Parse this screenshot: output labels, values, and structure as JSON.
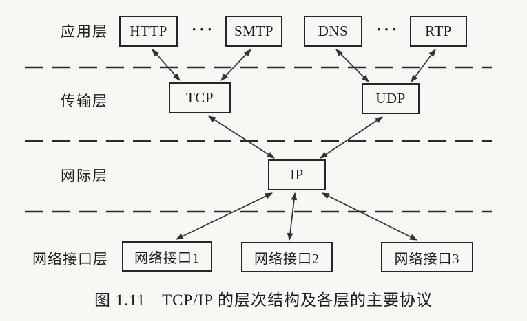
{
  "figure": {
    "caption": "图 1.11　TCP/IP 的层次结构及各层的主要协议",
    "ellipsis": "···",
    "layers": {
      "application": "应用层",
      "transport": "传输层",
      "internet": "网际层",
      "network_interface": "网络接口层"
    },
    "nodes": {
      "http": "HTTP",
      "smtp": "SMTP",
      "dns": "DNS",
      "rtp": "RTP",
      "tcp": "TCP",
      "udp": "UDP",
      "ip": "IP",
      "ni1": "网络接口1",
      "ni2": "网络接口2",
      "ni3": "网络接口3"
    },
    "edges": [
      {
        "from": "HTTP",
        "to": "TCP",
        "bidirectional": true
      },
      {
        "from": "SMTP",
        "to": "TCP",
        "bidirectional": true
      },
      {
        "from": "DNS",
        "to": "UDP",
        "bidirectional": true
      },
      {
        "from": "RTP",
        "to": "UDP",
        "bidirectional": true
      },
      {
        "from": "TCP",
        "to": "IP",
        "bidirectional": true
      },
      {
        "from": "UDP",
        "to": "IP",
        "bidirectional": true
      },
      {
        "from": "IP",
        "to": "网络接口1",
        "bidirectional": true
      },
      {
        "from": "IP",
        "to": "网络接口2",
        "bidirectional": true
      },
      {
        "from": "IP",
        "to": "网络接口3",
        "bidirectional": true
      }
    ],
    "colors": {
      "background": "#f8f7f3",
      "ink": "#1d1d1d"
    }
  }
}
